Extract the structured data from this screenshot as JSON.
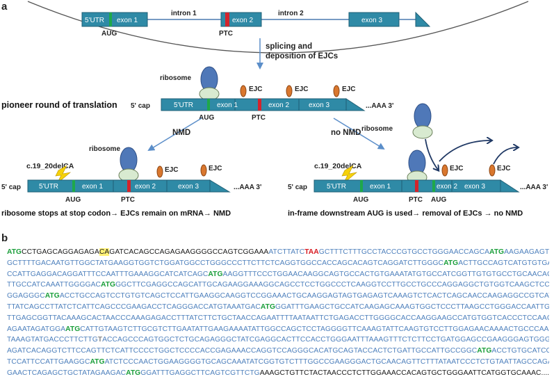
{
  "panel_a": {
    "label": "a",
    "gene": {
      "utr": "5'UTR",
      "exon1": "exon 1",
      "intron1": "intron 1",
      "exon2": "exon 2",
      "intron2": "intron 2",
      "exon3": "exon 3",
      "aug": "AUG",
      "ptc": "PTC"
    },
    "step1": [
      "splicing and",
      "deposition of EJCs"
    ],
    "pioneer": {
      "title": "pioneer round of translation",
      "cap": "5' cap",
      "ribosome": "ribosome",
      "ejc": "EJC",
      "utr": "5'UTR",
      "exon1": "exon 1",
      "exon2": "exon 2",
      "exon3": "exon 3",
      "tail": "...AAA 3'",
      "aug": "AUG",
      "ptc": "PTC"
    },
    "nmd": "NMD",
    "no_nmd": "no NMD",
    "left": {
      "mutation": "c.19_20delCA",
      "ribosome": "ribosome",
      "ejc": "EJC",
      "cap": "5' cap",
      "utr": "5'UTR",
      "exon1": "exon 1",
      "exon2": "exon 2",
      "exon3": "exon 3",
      "tail": "...AAA 3'",
      "aug": "AUG",
      "ptc": "PTC",
      "caption": "ribosome stops at stop codon→ EJCs remain on mRNA→ NMD"
    },
    "right": {
      "mutation": "c.19_20delCA",
      "ribosome": "ribosome",
      "ejc": "EJC",
      "cap": "5' cap",
      "utr": "5'UTR",
      "exon1": "exon 1",
      "exon2": "exon 2",
      "exon3": "exon 3",
      "tail": "...AAA 3'",
      "aug": "AUG",
      "ptc": "PTC",
      "aug2": "AUG",
      "caption": "in-frame downstream AUG is used→ removal of EJCs → no NMD"
    }
  },
  "panel_b": {
    "label": "b",
    "lines": [
      [
        [
          "atg",
          "ATG"
        ],
        [
          "black",
          "CCTGAGCAGGAGAGA"
        ],
        [
          "hl",
          "CA"
        ],
        [
          "black",
          "GATCACAGCCAGAGAAGGGGCCAGTCGGAAA"
        ],
        [
          "blue",
          "ATCTTATC"
        ],
        [
          "taa",
          "TAA"
        ],
        [
          "blue",
          "GCTTTCTTTGCCTACCCGTGCCTGGGAACCAGCA"
        ],
        [
          "atg",
          "ATG"
        ],
        [
          "blue",
          "AAGAAGAGTTTT"
        ]
      ],
      [
        [
          "blue",
          "GCTTTTGACAATGTTGGCTATGAAGGTGGTCTGGATGGCCTGGGCCCTTCTTCTCAGGTGGCCACCAGCACAGTCAGGATCTTGGGC"
        ],
        [
          "atg",
          "ATG"
        ],
        [
          "blue",
          "ACTTGCCAGTCATGTGTGAAGT"
        ]
      ],
      [
        [
          "blue",
          "CCATTGAGGACAGGATTTCCAATTTGAAAGGCATCATCAGC"
        ],
        [
          "atg",
          "ATG"
        ],
        [
          "blue",
          "AAGGTTTCCCTGGAACAAGGCAGTGCCACTGTGAAATATGTGCCATCGGTTGTGTGCCTGCAACAGGT"
        ]
      ],
      [
        [
          "blue",
          "TTGCCATCAAATTGGGGAC"
        ],
        [
          "atg",
          "ATG"
        ],
        [
          "blue",
          "GGCTTCGAGGCCAGCATTGCAGAAGGAAAGGCAGCCTCCTGGCCCTCAAGGTCCTTGCCTGCCCAGGAGGCTGTGGTCAAGCTCCGGGT"
        ]
      ],
      [
        [
          "blue",
          "GGAGGGC"
        ],
        [
          "atg",
          "ATG"
        ],
        [
          "blue",
          "ACCTGCCAGTCCTGTGTCAGCTCCATTGAAGGCAAGGTCCGGAAACTGCAAGGAGTAGTGAGAGTCAAAGTCTCACTCAGCAACCAAGAGGCCGTCATCAC"
        ]
      ],
      [
        [
          "blue",
          "TTATCAGCCTTATCTCATTCAGCCCGAAGACCTCAGGGACCATGTAAATGAC"
        ],
        [
          "atg",
          "ATG"
        ],
        [
          "blue",
          "GGATTTGAAGCTGCCATCAAGAGCAAAGTGGCTCCCTTAAGCCTGGGACCAATTGATA"
        ]
      ],
      [
        [
          "blue",
          "TTGAGCGGTTACAAAGCACTAACCCAAAGAGACCTTTATCTTCTGCTAACCAGAATTTTAATAATTCTGAGACCTTGGGGCACCAAGGAAGCCATGTGGTCACCCTCCAACTG"
        ]
      ],
      [
        [
          "blue",
          "AGAATAGATGGA"
        ],
        [
          "atg",
          "ATG"
        ],
        [
          "blue",
          "CATTGTAAGTCTTGCGTCTTGAATATTGAAGAAAATATTGGCCAGCTCCTAGGGGTTCAAAGTATTCAAGTGTCCTTGGAGAACAAAACTGCCCAAG"
        ]
      ],
      [
        [
          "blue",
          "TAAAGTATGACCCTTCTTG"
        ],
        [
          "gray",
          "T"
        ],
        [
          "blue",
          "ACCAGCCCAGTGGCTCTGCAGAGGGCTATCGAGGCACTTCCACCTGGGAATTTAAAGTTTCTCTTCCTGATGGAGCCGAAGGGAGTGGGAC"
        ]
      ],
      [
        [
          "blue",
          "AGATCACAGGTCTTCCAGTTCTCATTCCCCTGGCTCCCCACCGAGAAACCAGGTCCAGGGCACATGCAGTACCACTCTGATTGCCATTGCCGGC"
        ],
        [
          "atg",
          "ATG"
        ],
        [
          "blue",
          "ACCTGTGCATCCTGTG"
        ]
      ],
      [
        [
          "blue",
          "TCCATTCCATTGAAGGC"
        ],
        [
          "atg",
          "ATG"
        ],
        [
          "blue",
          "ATCTCCCAACTGGAAGGGGTGCAGCAAATATCGGTGTCTTTGGCCGAAGGGACTGCAACAGTTCTTTATAATCCCTCTGTAATTAGCCAGAA"
        ]
      ],
      [
        [
          "blue",
          "GAACTCAGAGCTGCTATAGAAGAC"
        ],
        [
          "atg",
          "ATG"
        ],
        [
          "blue",
          "GGATTTGAGGCTTCAGTCGTTCTG"
        ],
        [
          "black",
          "AAAGCTGTTCTACTAACCCTCTTGGAAACCACAGTGCTGGGAATTCATGGTGCAAAC......"
        ]
      ]
    ]
  }
}
